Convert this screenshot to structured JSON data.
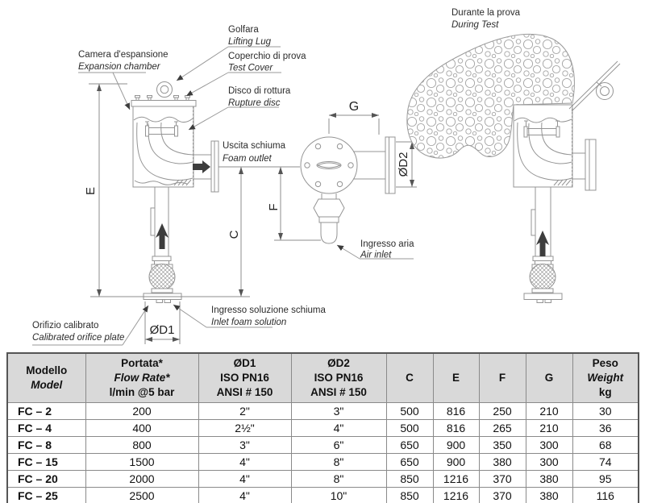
{
  "drawing": {
    "labels": {
      "expansion_chamber_it": "Camera d'espansione",
      "expansion_chamber_en": "Expansion chamber",
      "lifting_lug_it": "Golfara",
      "lifting_lug_en": "Lifting Lug",
      "test_cover_it": "Coperchio di prova",
      "test_cover_en": "Test Cover",
      "rupture_disc_it": "Disco di rottura",
      "rupture_disc_en": "Rupture disc",
      "foam_outlet_it": "Uscita schiuma",
      "foam_outlet_en": "Foam outlet",
      "air_inlet_it": "Ingresso aria",
      "air_inlet_en": "Air inlet",
      "inlet_foam_solution_it": "Ingresso soluzione schiuma",
      "inlet_foam_solution_en": "Inlet foam solution",
      "calibrated_orifice_it": "Orifizio calibrato",
      "calibrated_orifice_en": "Calibrated orifice plate",
      "during_test_it": "Durante la prova",
      "during_test_en": "During Test"
    },
    "dimensions": {
      "e": "E",
      "c": "C",
      "f": "F",
      "g": "G",
      "d1": "ØD1",
      "d2": "ØD2"
    }
  },
  "table": {
    "headers": {
      "model": [
        "Modello",
        "Model"
      ],
      "flow": [
        "Portata*",
        "Flow Rate*",
        "l/min @5 bar"
      ],
      "d1": [
        "ØD1",
        "ISO PN16",
        "ANSI # 150"
      ],
      "d2": [
        "ØD2",
        "ISO PN16",
        "ANSI # 150"
      ],
      "c": "C",
      "e": "E",
      "f": "F",
      "g": "G",
      "weight": [
        "Peso",
        "Weight",
        "kg"
      ]
    },
    "rows": [
      [
        "FC – 2",
        "200",
        "2\"",
        "3\"",
        "500",
        "816",
        "250",
        "210",
        "30"
      ],
      [
        "FC – 4",
        "400",
        "2½\"",
        "4\"",
        "500",
        "816",
        "265",
        "210",
        "36"
      ],
      [
        "FC – 8",
        "800",
        "3\"",
        "6\"",
        "650",
        "900",
        "350",
        "300",
        "68"
      ],
      [
        "FC – 15",
        "1500",
        "4\"",
        "8\"",
        "650",
        "900",
        "380",
        "300",
        "74"
      ],
      [
        "FC – 20",
        "2000",
        "4\"",
        "8\"",
        "850",
        "1216",
        "370",
        "380",
        "95"
      ],
      [
        "FC – 25",
        "2500",
        "4\"",
        "10\"",
        "850",
        "1216",
        "370",
        "380",
        "116"
      ]
    ]
  }
}
